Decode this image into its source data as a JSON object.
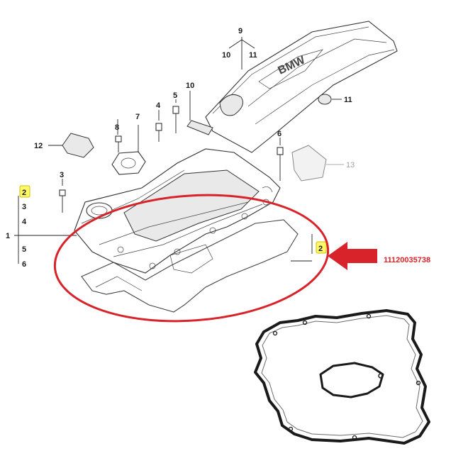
{
  "callouts": {
    "c1": "1",
    "c2a": "2",
    "c3a": "3",
    "c4a": "4",
    "c5a": "5",
    "c6a": "6",
    "c2b": "2",
    "c3": "3",
    "c4": "4",
    "c5": "5",
    "c6": "6",
    "c7": "7",
    "c8": "8",
    "c9": "9",
    "c10a": "10",
    "c11a": "11",
    "c10": "10",
    "c11": "11",
    "c12": "12",
    "c13": "13"
  },
  "cover_logo_text": "BMW",
  "part_number": "11120035738",
  "colors": {
    "ellipse": "#d8232a",
    "arrow": "#d8232a",
    "part_number": "#d8232a",
    "highlight_box": "#fff86a",
    "gasket": "#1a1a1a"
  }
}
